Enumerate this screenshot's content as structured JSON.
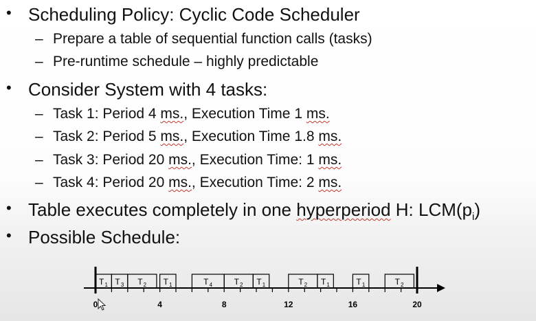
{
  "items": [
    {
      "level": 1,
      "bullet": "•",
      "text": "Scheduling Policy: Cyclic Code Scheduler"
    },
    {
      "level": 2,
      "bullet": "–",
      "text": "Prepare a table of sequential function calls (tasks)"
    },
    {
      "level": 2,
      "bullet": "–",
      "text": "Pre-runtime schedule – highly predictable"
    },
    {
      "level": 1,
      "bullet": "•",
      "text": "Consider System with 4 tasks:"
    },
    {
      "level": 2,
      "bullet": "–",
      "parts": [
        "Task 1: Period 4 ",
        "ms.",
        ", Execution Time 1 ",
        "ms."
      ]
    },
    {
      "level": 2,
      "bullet": "–",
      "parts": [
        "Task 2: Period 5 ",
        "ms.",
        ", Execution Time 1.8 ",
        "ms."
      ]
    },
    {
      "level": 2,
      "bullet": "–",
      "parts": [
        "Task 3: Period 20 ",
        "ms.",
        ", Execution Time: 1 ",
        "ms."
      ]
    },
    {
      "level": 2,
      "bullet": "–",
      "parts": [
        "Task 4: Period 20 ",
        "ms.",
        ", Execution Time: 2 ",
        "ms."
      ]
    },
    {
      "level": 1,
      "bullet": "•",
      "parts": [
        "Table executes completely in one ",
        "hyperperiod",
        " H: LCM(p",
        ")"
      ],
      "sub": "i"
    },
    {
      "level": 1,
      "bullet": "•",
      "text": "Possible Schedule:"
    }
  ],
  "schedule": {
    "axis_ticks": [
      "0",
      "4",
      "8",
      "12",
      "16",
      "20"
    ],
    "slots": [
      {
        "label": "T",
        "sub": "1",
        "start": 0,
        "end": 1
      },
      {
        "label": "T",
        "sub": "3",
        "start": 1,
        "end": 2
      },
      {
        "label": "T",
        "sub": "2",
        "start": 2,
        "end": 3.8
      },
      {
        "label": "T",
        "sub": "1",
        "start": 4,
        "end": 5
      },
      {
        "label": "T",
        "sub": "4",
        "start": 6,
        "end": 8
      },
      {
        "label": "T",
        "sub": "2",
        "start": 8,
        "end": 9.8
      },
      {
        "label": "T",
        "sub": "1",
        "start": 9.8,
        "end": 10.8
      },
      {
        "label": "T",
        "sub": "2",
        "start": 12,
        "end": 13.8
      },
      {
        "label": "T",
        "sub": "1",
        "start": 13.8,
        "end": 14.8
      },
      {
        "label": "T",
        "sub": "1",
        "start": 16,
        "end": 17
      },
      {
        "label": "T",
        "sub": "2",
        "start": 18,
        "end": 19.8
      }
    ]
  }
}
